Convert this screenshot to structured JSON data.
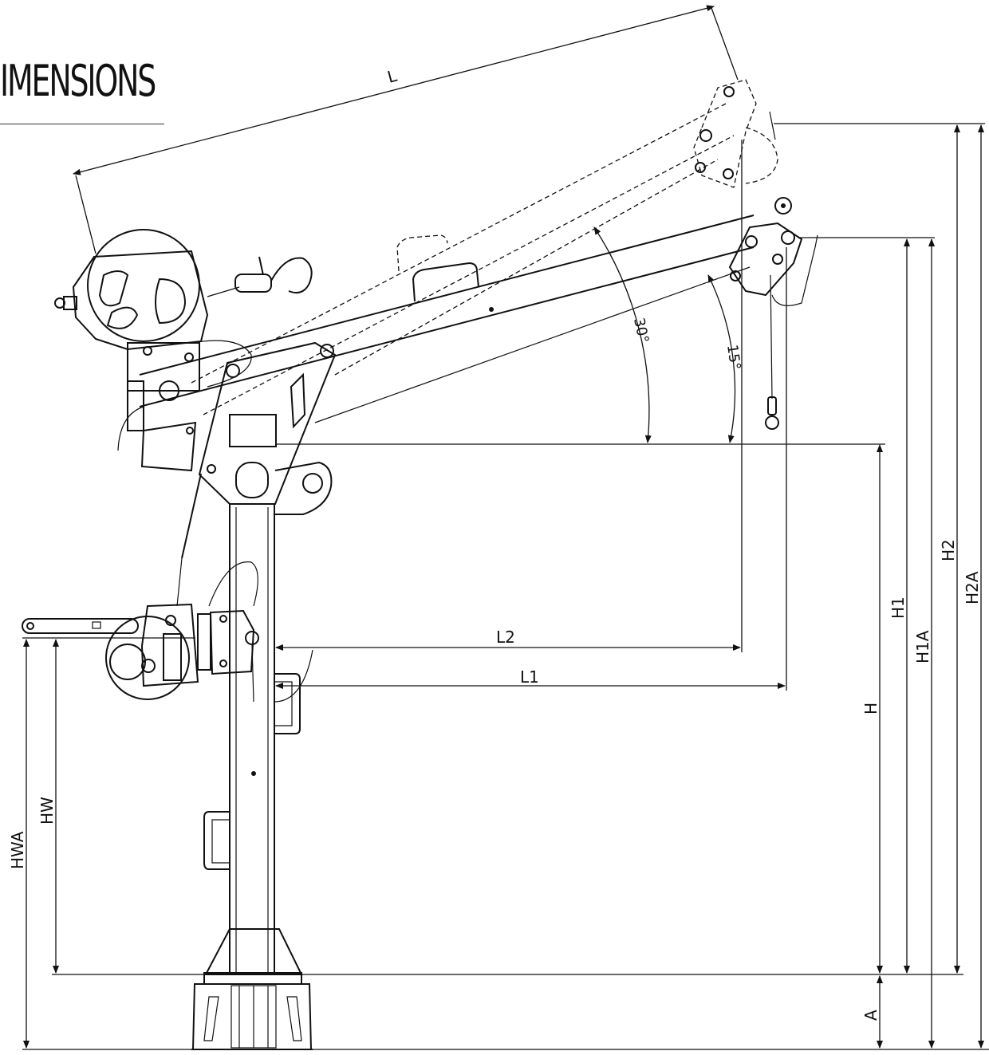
{
  "heading": "IMENSIONS",
  "dimensions": {
    "L": "L",
    "L1": "L1",
    "L2": "L2",
    "H": "H",
    "H1": "H1",
    "H1A": "H1A",
    "H2": "H2",
    "H2A": "H2A",
    "HW": "HW",
    "HWA": "HWA",
    "A": "A"
  },
  "angles": {
    "boom_raised": "30°",
    "boom_lowered": "15°"
  },
  "colors": {
    "line": "#111111",
    "background": "#ffffff"
  }
}
